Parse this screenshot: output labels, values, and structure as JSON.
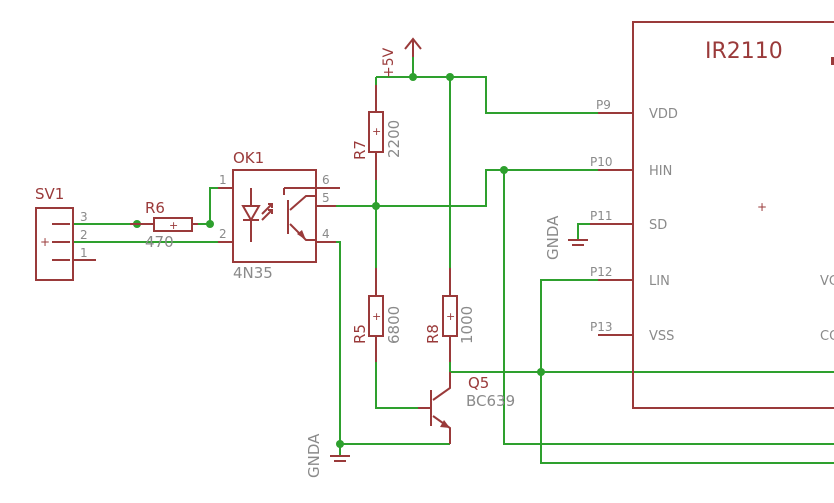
{
  "sv1": {
    "name": "SV1",
    "pins": [
      "3",
      "2",
      "1"
    ]
  },
  "r6": {
    "name": "R6",
    "value": "470"
  },
  "ok1": {
    "name": "OK1",
    "value": "4N35",
    "pins": {
      "p1": "1",
      "p2": "2",
      "p4": "4",
      "p5": "5",
      "p6": "6"
    }
  },
  "supply": {
    "label": "+5V"
  },
  "r7": {
    "name": "R7",
    "value": "2200"
  },
  "r5": {
    "name": "R5",
    "value": "6800"
  },
  "r8": {
    "name": "R8",
    "value": "1000"
  },
  "q5": {
    "name": "Q5",
    "value": "BC639"
  },
  "gnd_left": {
    "label": "GNDA"
  },
  "gnd_sd": {
    "label": "GNDA"
  },
  "ic": {
    "name": "IR2110",
    "pins": [
      {
        "num": "P9",
        "name": "VDD"
      },
      {
        "num": "P10",
        "name": "HIN"
      },
      {
        "num": "P11",
        "name": "SD"
      },
      {
        "num": "P12",
        "name": "LIN"
      },
      {
        "num": "P13",
        "name": "VSS"
      }
    ],
    "partial_right": [
      "VC",
      "CO"
    ]
  },
  "colors": {
    "wire": "#2ea02e",
    "part": "#9a3a3a",
    "value": "#8a8a8a"
  }
}
